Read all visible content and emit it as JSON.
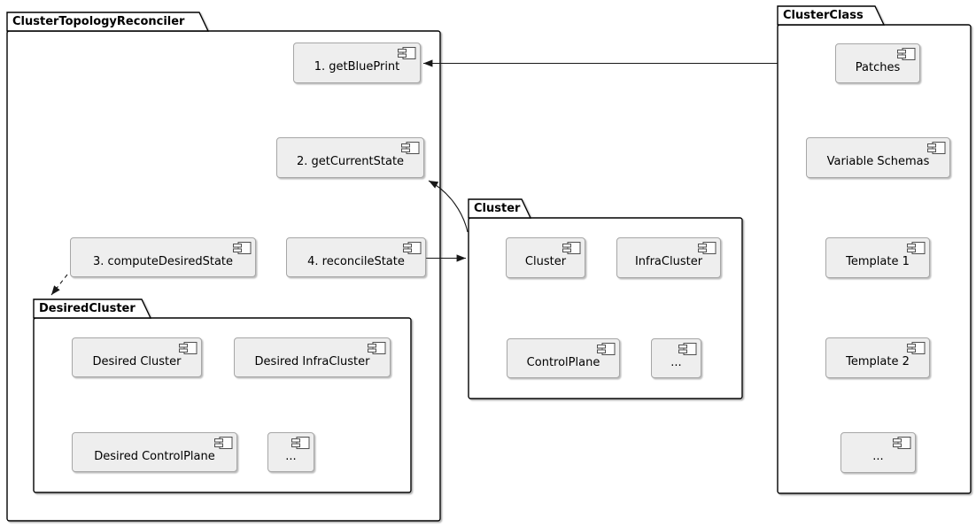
{
  "packages": {
    "cluster_topology_reconciler": {
      "label": "ClusterTopologyReconciler",
      "components": {
        "get_blueprint": "1. getBluePrint",
        "get_current_state": "2. getCurrentState",
        "compute_desired_state": "3. computeDesiredState",
        "reconcile_state": "4. reconcileState"
      }
    },
    "desired_cluster": {
      "label": "DesiredCluster",
      "components": {
        "desired_cluster": "Desired Cluster",
        "desired_infra_cluster": "Desired InfraCluster",
        "desired_control_plane": "Desired ControlPlane",
        "more": "..."
      }
    },
    "cluster": {
      "label": "Cluster",
      "components": {
        "cluster": "Cluster",
        "infra_cluster": "InfraCluster",
        "control_plane": "ControlPlane",
        "more": "..."
      }
    },
    "cluster_class": {
      "label": "ClusterClass",
      "components": {
        "patches": "Patches",
        "variable_schemas": "Variable Schemas",
        "template_1": "Template 1",
        "template_2": "Template 2",
        "more": "..."
      }
    }
  },
  "edges": [
    {
      "from": "ClusterClass",
      "to": "1. getBluePrint",
      "style": "solid"
    },
    {
      "from": "Cluster",
      "to": "2. getCurrentState",
      "style": "solid"
    },
    {
      "from": "4. reconcileState",
      "to": "Cluster",
      "style": "solid"
    },
    {
      "from": "3. computeDesiredState",
      "to": "DesiredCluster",
      "style": "dashed"
    }
  ],
  "colors": {
    "background": "#FFFFFF",
    "text": "#000000",
    "line": "#181818",
    "package_border": "#000000",
    "component_fill": "#EEEEEE",
    "component_border": "#A6A6A6"
  }
}
